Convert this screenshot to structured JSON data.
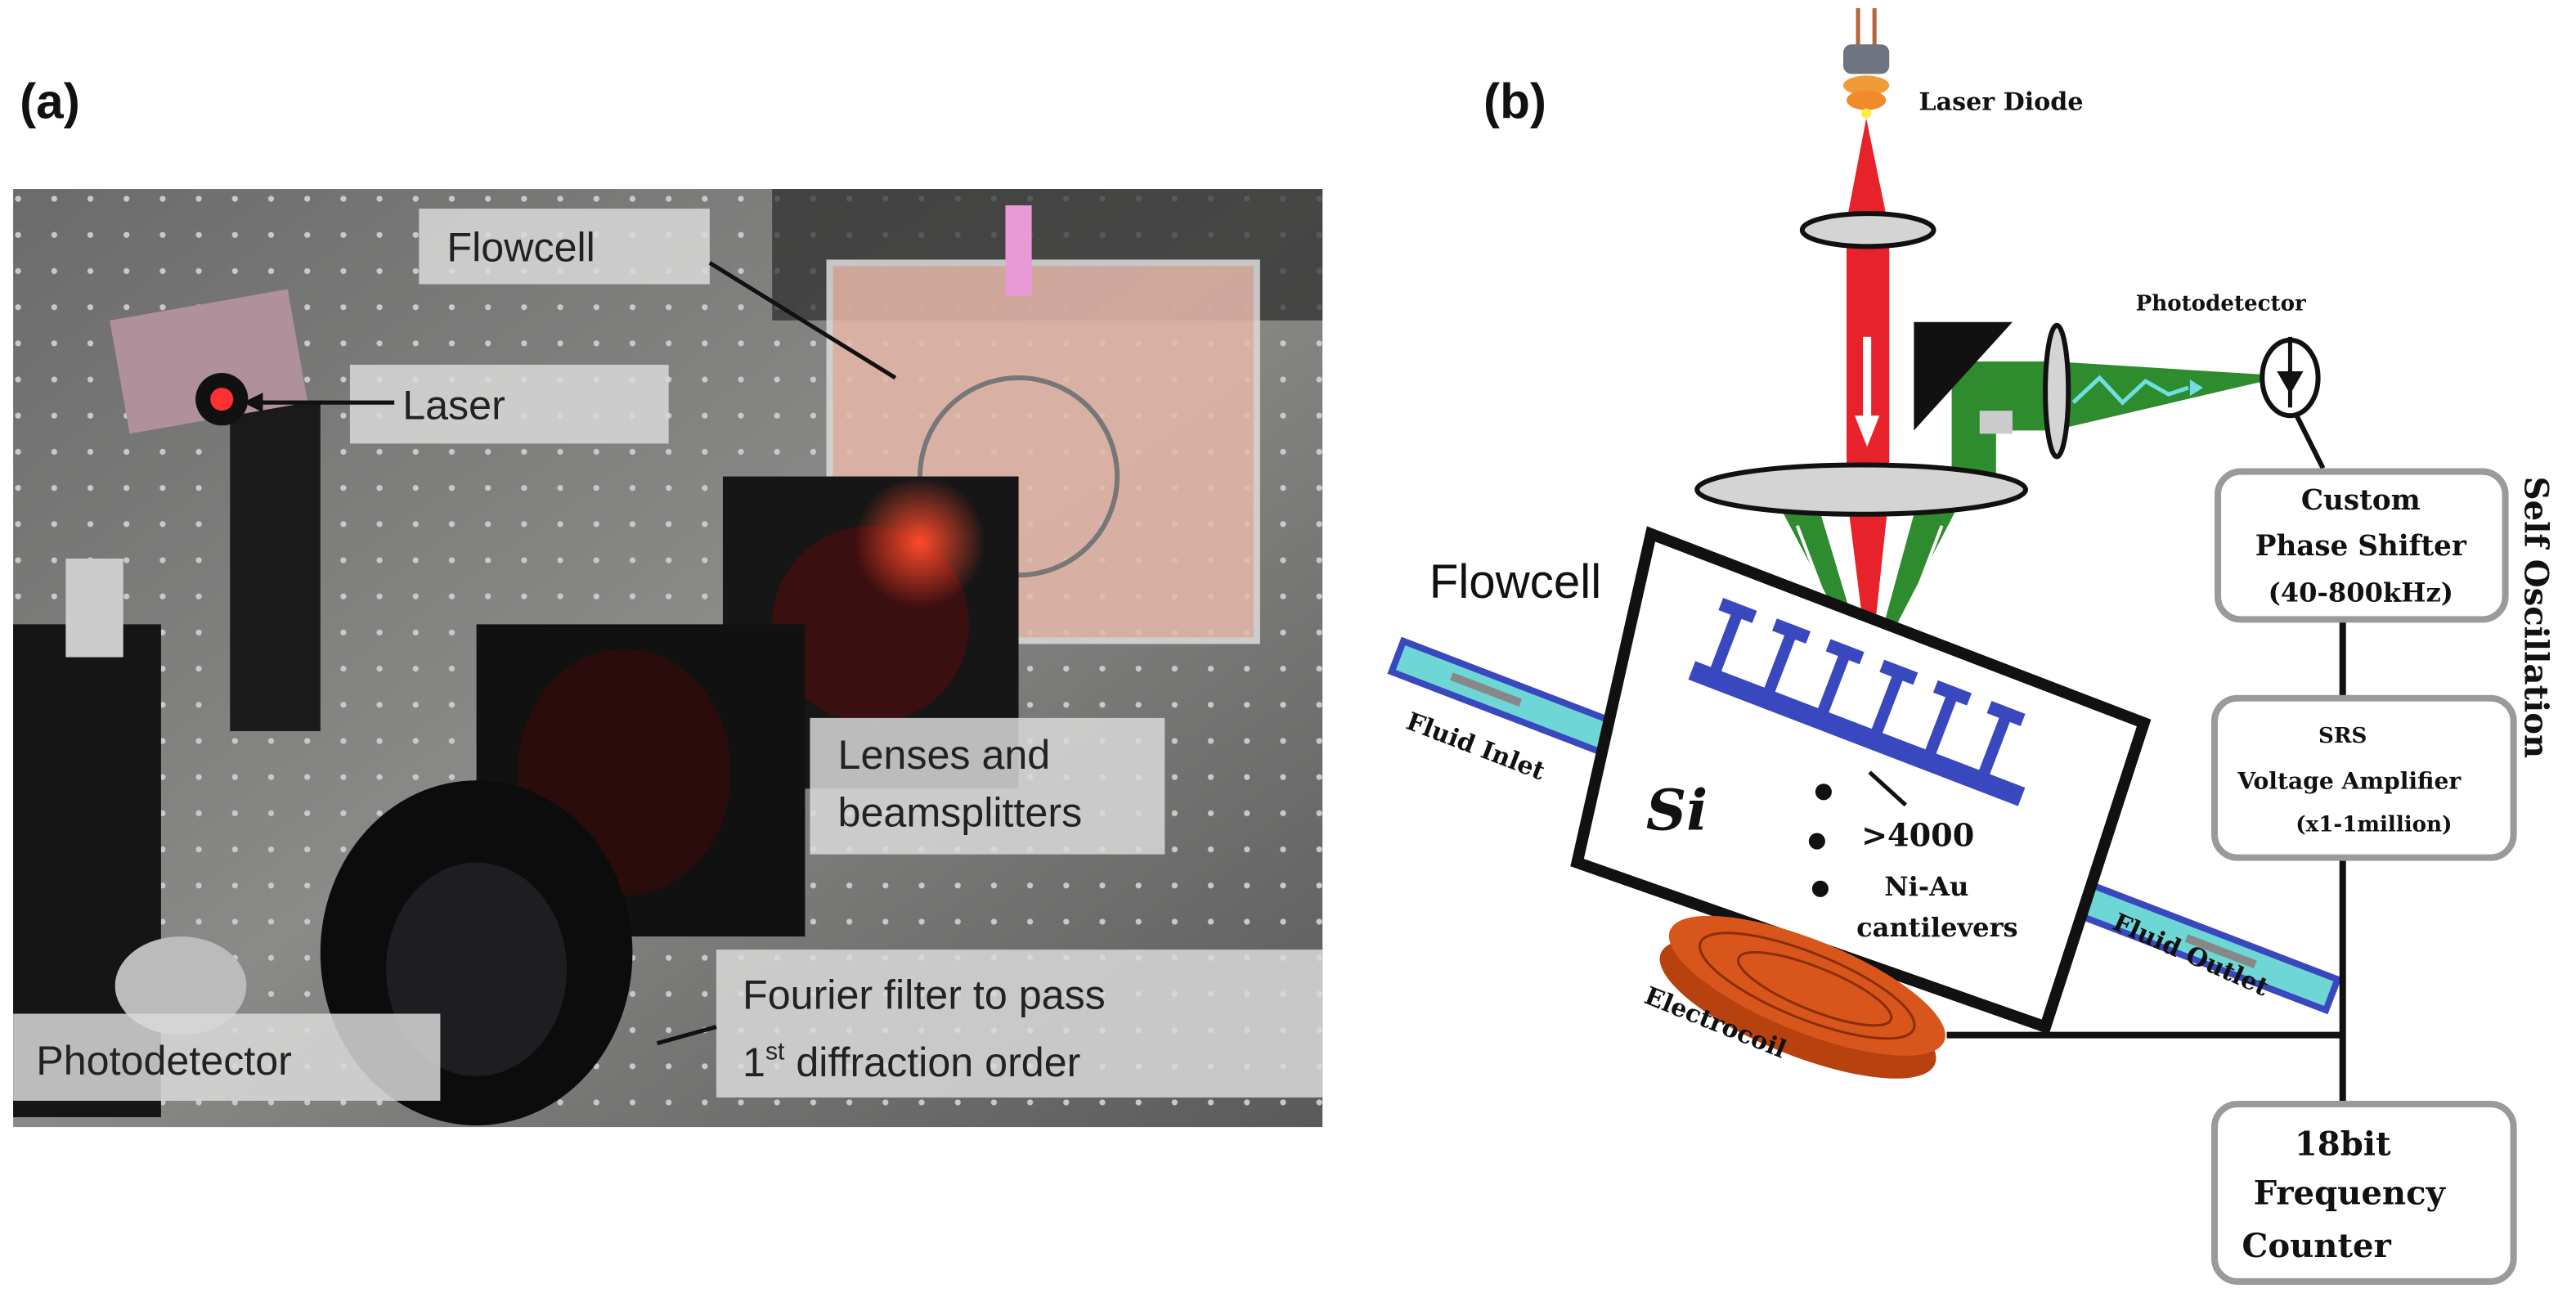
{
  "panel_a": {
    "label": "(a)",
    "annotations": {
      "flowcell": "Flowcell",
      "laser": "Laser",
      "lenses_line1": "Lenses and",
      "lenses_line2": "beamsplitters",
      "photodetector": "Photodetector",
      "fourier_line1": "Fourier filter to pass",
      "fourier_line2_prefix": "1",
      "fourier_line2_sup": "st",
      "fourier_line2_rest": " diffraction order"
    }
  },
  "panel_b": {
    "label": "(b)",
    "laser_diode": "Laser Diode",
    "photodetector": "Photodetector",
    "flowcell": "Flowcell",
    "fluid_inlet": "Fluid Inlet",
    "fluid_outlet": "Fluid Outlet",
    "si": "Si",
    "cantilevers_line1": ">4000",
    "cantilevers_line2": "Ni-Au",
    "cantilevers_line3": "cantilevers",
    "electrocoil": "Electrocoil",
    "self_oscillation": "Self Oscillation",
    "phase_shifter": {
      "line1": "Custom",
      "line2": "Phase Shifter",
      "line3": "(40-800kHz)"
    },
    "amplifier": {
      "line1": "SRS",
      "line2": "Voltage Amplifier",
      "line3": "(x1-1million)"
    },
    "counter": {
      "line1": "18bit",
      "line2": "Frequency",
      "line3": "Counter"
    }
  },
  "colors": {
    "laser_red": "#e8222a",
    "beam_green": "#2e8b2e",
    "cantilever_blue": "#3a48c0",
    "tube_cyan": "#6fd6d6",
    "coil_orange": "#d8561c"
  }
}
